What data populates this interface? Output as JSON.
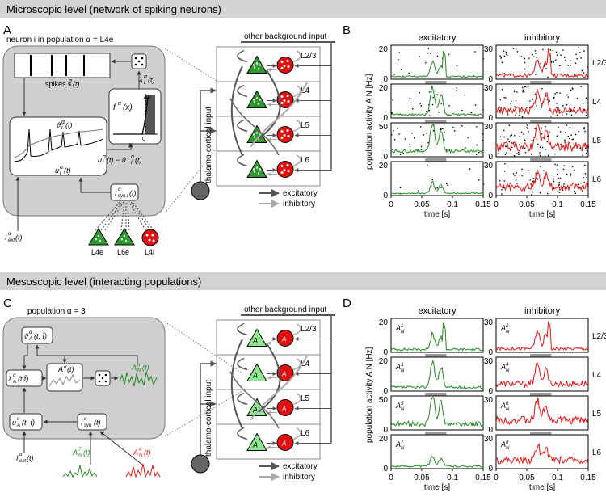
{
  "titles": {
    "top": "Microscopic level (network of spiking neurons)",
    "bottom": "Mesoscopic level (interacting populations)"
  },
  "panel_letters": {
    "a": "A",
    "b": "B",
    "c": "C",
    "d": "D"
  },
  "panel_a": {
    "neuron_label": "neuron i in population α = L4e",
    "spikes": "spikes s",
    "lambda": "λ",
    "f_alpha": "f",
    "f_x": "(x)",
    "x_label": "x",
    "zero": "0",
    "delta_u": "Δu",
    "theta": "ϑ",
    "u_minus_theta": "u",
    "u": "u",
    "isyn": "I",
    "iext": "I",
    "inputs": [
      "L4e",
      "L6e",
      "L4i"
    ]
  },
  "network": {
    "other_input": "other background input",
    "layers": [
      "L2/3",
      "L4",
      "L5",
      "L6"
    ],
    "thalamo": "thalamo-cortical input",
    "legend_exc": "excitatory",
    "legend_inh": "inhibitory"
  },
  "panel_c": {
    "population_label": "population α = 3",
    "theta_box": "ϑ",
    "lambda_box": "λ",
    "A_box": "A",
    "A_green": "A",
    "u_box": "u",
    "isyn_box": "I",
    "iext": "I",
    "A7": "A",
    "A4": "A",
    "mesonodes_exc": [
      "A",
      "A",
      "A",
      "A"
    ],
    "mesonodes_inh": [
      "A",
      "A",
      "A",
      "A"
    ]
  },
  "panel_d": {
    "exc_labels": [
      "A",
      "A",
      "A",
      "A"
    ],
    "exc_sup": [
      "1",
      "3",
      "5",
      "7"
    ],
    "inh_labels": [
      "A",
      "A",
      "A",
      "A"
    ],
    "inh_sup": [
      "2",
      "4",
      "6",
      "8"
    ]
  },
  "plots": {
    "col_exc": "excitatory",
    "col_inh": "inhibitory",
    "ylabel": "population activity A",
    "ylabel_sub": "N",
    "ylabel_unit": "[Hz]",
    "xlabel": "time [s]",
    "xticks": [
      "0",
      "0.05",
      "0.1",
      "0.15"
    ],
    "rows": [
      "L2/3",
      "L4",
      "L5",
      "L6"
    ],
    "yticks_exc": [
      [
        "0",
        "20"
      ],
      [
        "0",
        "20"
      ],
      [
        "0",
        "50"
      ],
      [
        "0",
        "20"
      ]
    ],
    "yticks_inh": [
      [
        "0",
        "30"
      ],
      [
        "0",
        "30"
      ],
      [
        "0",
        "30"
      ],
      [
        "0",
        "30"
      ]
    ]
  },
  "colors": {
    "exc": "#1f8a1f",
    "inh": "#e81010",
    "gray_box": "#cfcfcf",
    "stim": "#9a9a9a",
    "tri_fill": "#8fe88f"
  },
  "chart_data": [
    {
      "type": "line",
      "panel": "B",
      "title": "excitatory",
      "xlabel": "time [s]",
      "ylabel": "population activity A_N [Hz]",
      "x_range": [
        0,
        0.15
      ],
      "series": [
        {
          "name": "L2/3",
          "ylim": [
            0,
            20
          ]
        },
        {
          "name": "L4",
          "ylim": [
            0,
            20
          ]
        },
        {
          "name": "L5",
          "ylim": [
            0,
            50
          ]
        },
        {
          "name": "L6",
          "ylim": [
            0,
            20
          ]
        }
      ]
    },
    {
      "type": "line",
      "panel": "B",
      "title": "inhibitory",
      "xlabel": "time [s]",
      "ylabel": "population activity A_N [Hz]",
      "x_range": [
        0,
        0.15
      ],
      "series": [
        {
          "name": "L2/3",
          "ylim": [
            0,
            30
          ]
        },
        {
          "name": "L4",
          "ylim": [
            0,
            30
          ]
        },
        {
          "name": "L5",
          "ylim": [
            0,
            30
          ]
        },
        {
          "name": "L6",
          "ylim": [
            0,
            30
          ]
        }
      ]
    },
    {
      "type": "line",
      "panel": "D",
      "title": "excitatory",
      "xlabel": "time [s]",
      "ylabel": "population activity A_N [Hz]",
      "x_range": [
        0,
        0.15
      ],
      "series": [
        {
          "name": "L2/3",
          "ylim": [
            0,
            20
          ]
        },
        {
          "name": "L4",
          "ylim": [
            0,
            20
          ]
        },
        {
          "name": "L5",
          "ylim": [
            0,
            50
          ]
        },
        {
          "name": "L6",
          "ylim": [
            0,
            20
          ]
        }
      ]
    },
    {
      "type": "line",
      "panel": "D",
      "title": "inhibitory",
      "xlabel": "time [s]",
      "ylabel": "population activity A_N [Hz]",
      "x_range": [
        0,
        0.15
      ],
      "series": [
        {
          "name": "L2/3",
          "ylim": [
            0,
            30
          ]
        },
        {
          "name": "L4",
          "ylim": [
            0,
            30
          ]
        },
        {
          "name": "L5",
          "ylim": [
            0,
            30
          ]
        },
        {
          "name": "L6",
          "ylim": [
            0,
            30
          ]
        }
      ]
    }
  ]
}
